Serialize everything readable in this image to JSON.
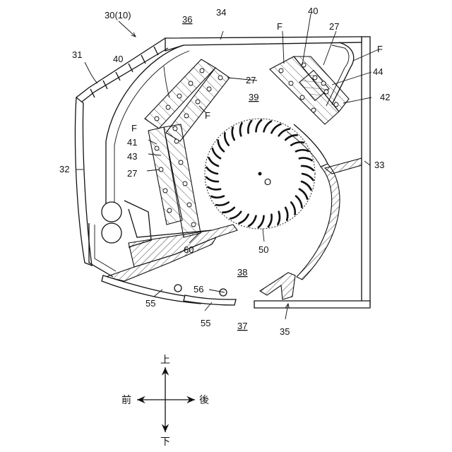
{
  "labels": {
    "unit": "30(10)",
    "top_panel": "34",
    "top_area": "36",
    "front_grille": "31",
    "front_panel": "32",
    "back_panel": "33",
    "bottom_frame": "35",
    "outlet": "37",
    "outlet_channel": "38",
    "fan_chamber": "39",
    "heat_exchanger_top_left": "40",
    "heat_exchanger_top_right": "40",
    "tube_27_a": "27",
    "tube_27_b": "27",
    "tube_27_c": "27",
    "fin_f_a": "F",
    "fin_f_b": "F",
    "fin_f_c": "F",
    "fin_f_d": "F",
    "hx_41": "41",
    "hx_42": "42",
    "hx_43": "43",
    "hx_44": "44",
    "fan": "50",
    "fan_center": "O",
    "louver_55_a": "55",
    "louver_55_b": "55",
    "louver_56": "56",
    "drain_pan": "60"
  },
  "compass": {
    "up": "上",
    "down": "下",
    "front": "前",
    "back": "後"
  }
}
